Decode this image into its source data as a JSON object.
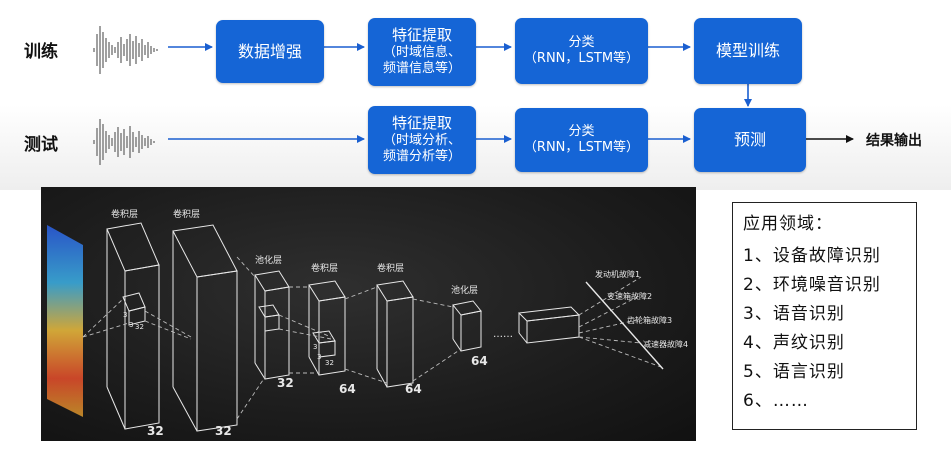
{
  "rows": {
    "train_label": "训练",
    "test_label": "测试"
  },
  "train": {
    "augment": "数据增强",
    "feature_title": "特征提取",
    "feature_sub1": "（时域信息、",
    "feature_sub2": "频谱信息等）",
    "classify_title": "分类",
    "classify_sub": "（RNN，LSTM等）",
    "model_train": "模型训练"
  },
  "test": {
    "feature_title": "特征提取",
    "feature_sub1": "（时域分析、",
    "feature_sub2": "频谱分析等）",
    "classify_title": "分类",
    "classify_sub": "（RNN，LSTM等）",
    "predict": "预测",
    "result": "结果输出"
  },
  "cnn": {
    "layers": [
      "卷积层",
      "卷积层",
      "池化层",
      "卷积层",
      "卷积层",
      "池化层"
    ],
    "dims": [
      "32",
      "32",
      "32",
      "64",
      "64",
      "64"
    ],
    "small_dims": [
      "3",
      "3",
      "32",
      "3",
      "3",
      "32"
    ],
    "ellipsis": "……",
    "outputs": [
      "发动机故障1",
      "变速箱故障2",
      "齿轮箱故障3",
      "减速器故障4"
    ]
  },
  "applications": {
    "title": "应用领域：",
    "items": [
      "1、设备故障识别",
      "2、环境噪音识别",
      "3、语音识别",
      "4、声纹识别",
      "5、语言识别",
      "6、……"
    ]
  },
  "colors": {
    "box_blue": "#1565d6",
    "arrow_blue": "#1a5fd0",
    "panel_dark": "#1c1c1c"
  }
}
